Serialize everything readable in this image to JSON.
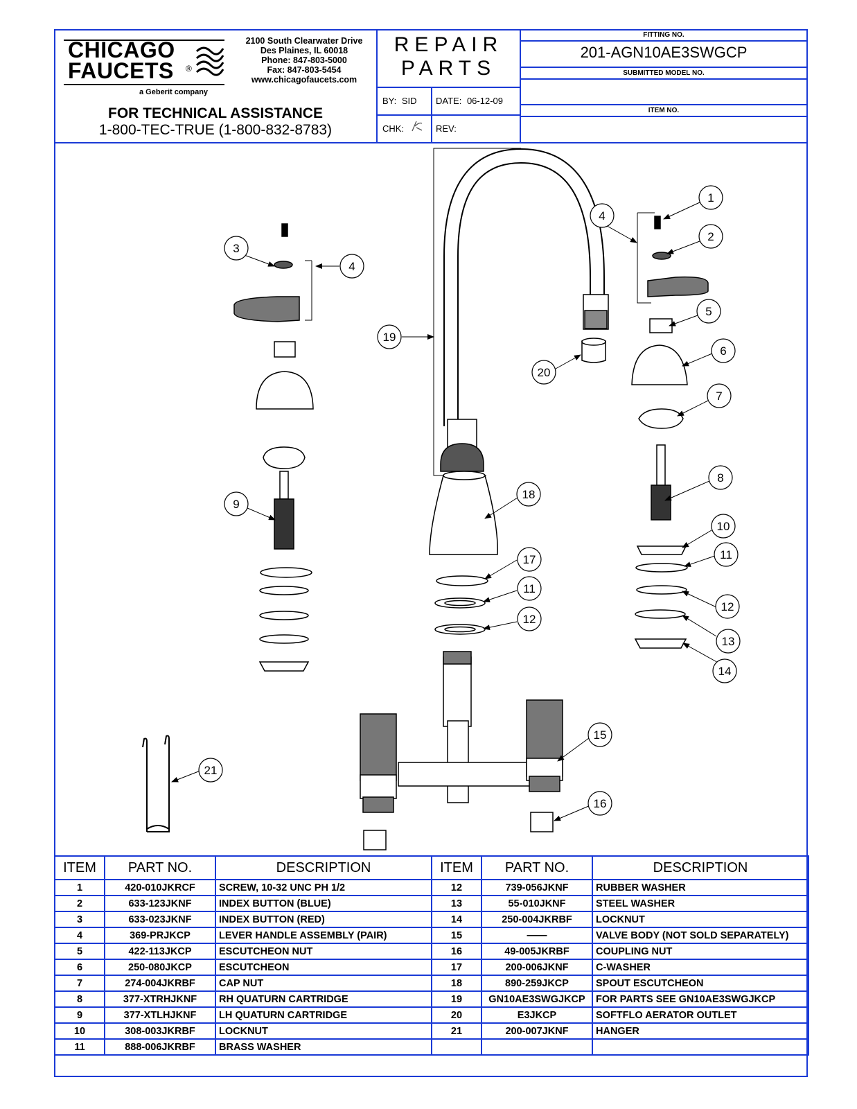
{
  "header": {
    "brand_line1": "CHICAGO",
    "brand_line2": "FAUCETS",
    "registered_mark": "®",
    "company_tagline": "a Geberit company",
    "address_lines": [
      "2100 South Clearwater Drive",
      "Des Plaines, IL 60018",
      "Phone: 847-803-5000",
      "Fax: 847-803-5454",
      "www.chicagofaucets.com"
    ],
    "tech_assist_label": "FOR TECHNICAL ASSISTANCE",
    "tech_assist_phone": "1-800-TEC-TRUE (1-800-832-8783)",
    "doc_title_line1": "REPAIR",
    "doc_title_line2": "PARTS",
    "by_label": "BY:",
    "by_value": "SID",
    "date_label": "DATE:",
    "date_value": "06-12-09",
    "chk_label": "CHK:",
    "rev_label": "REV:",
    "fitting_no_label": "FITTING NO.",
    "fitting_no_value": "201-AGN10AE3SWGCP",
    "submitted_model_label": "SUBMITTED MODEL NO.",
    "item_no_label": "ITEM NO."
  },
  "callouts": [
    "1",
    "2",
    "3",
    "4",
    "4",
    "5",
    "6",
    "7",
    "8",
    "9",
    "10",
    "11",
    "11",
    "12",
    "12",
    "13",
    "14",
    "15",
    "16",
    "17",
    "18",
    "19",
    "20",
    "21"
  ],
  "table": {
    "columns": [
      "ITEM",
      "PART NO.",
      "DESCRIPTION",
      "ITEM",
      "PART NO.",
      "DESCRIPTION"
    ],
    "left_rows": [
      {
        "item": "1",
        "part": "420-010JKRCF",
        "desc": "SCREW, 10-32 UNC PH 1/2"
      },
      {
        "item": "2",
        "part": "633-123JKNF",
        "desc": "INDEX BUTTON (BLUE)"
      },
      {
        "item": "3",
        "part": "633-023JKNF",
        "desc": "INDEX BUTTON (RED)"
      },
      {
        "item": "4",
        "part": "369-PRJKCP",
        "desc": "LEVER HANDLE ASSEMBLY (PAIR)"
      },
      {
        "item": "5",
        "part": "422-113JKCP",
        "desc": "ESCUTCHEON NUT"
      },
      {
        "item": "6",
        "part": "250-080JKCP",
        "desc": "ESCUTCHEON"
      },
      {
        "item": "7",
        "part": "274-004JKRBF",
        "desc": "CAP NUT"
      },
      {
        "item": "8",
        "part": "377-XTRHJKNF",
        "desc": "RH QUATURN CARTRIDGE"
      },
      {
        "item": "9",
        "part": "377-XTLHJKNF",
        "desc": "LH QUATURN CARTRIDGE"
      },
      {
        "item": "10",
        "part": "308-003JKRBF",
        "desc": "LOCKNUT"
      },
      {
        "item": "11",
        "part": "888-006JKRBF",
        "desc": "BRASS WASHER"
      }
    ],
    "right_rows": [
      {
        "item": "12",
        "part": "739-056JKNF",
        "desc": "RUBBER WASHER"
      },
      {
        "item": "13",
        "part": "55-010JKNF",
        "desc": "STEEL WASHER"
      },
      {
        "item": "14",
        "part": "250-004JKRBF",
        "desc": "LOCKNUT"
      },
      {
        "item": "15",
        "part": "——",
        "desc": "VALVE BODY (NOT SOLD SEPARATELY)"
      },
      {
        "item": "16",
        "part": "49-005JKRBF",
        "desc": "COUPLING NUT"
      },
      {
        "item": "17",
        "part": "200-006JKNF",
        "desc": "C-WASHER"
      },
      {
        "item": "18",
        "part": "890-259JKCP",
        "desc": "SPOUT ESCUTCHEON"
      },
      {
        "item": "19",
        "part": "GN10AE3SWGJKCP",
        "desc": "FOR PARTS SEE GN10AE3SWGJKCP"
      },
      {
        "item": "20",
        "part": "E3JKCP",
        "desc": "SOFTFLO AERATOR OUTLET"
      },
      {
        "item": "21",
        "part": "200-007JKNF",
        "desc": "HANGER"
      },
      {
        "item": "",
        "part": "",
        "desc": ""
      }
    ]
  },
  "colors": {
    "border": "#1a3ad6",
    "ink": "#000000"
  }
}
